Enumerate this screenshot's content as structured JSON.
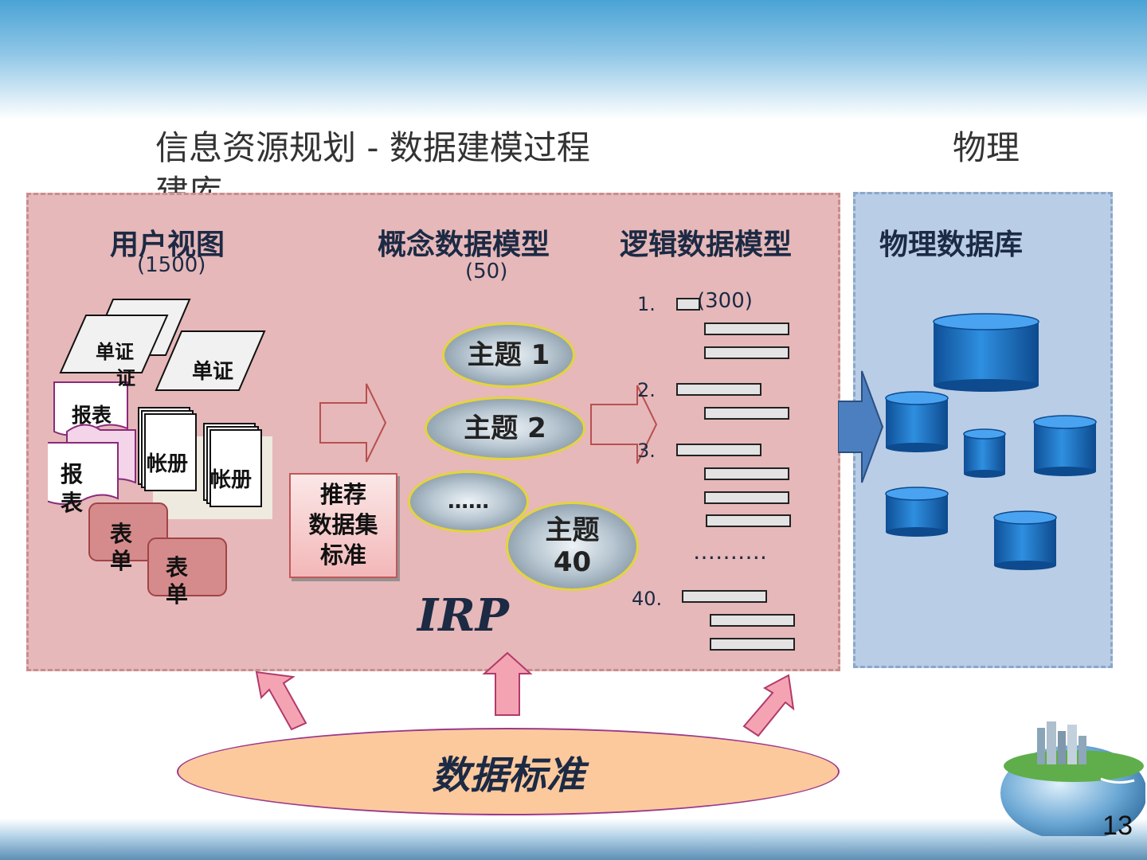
{
  "slide": {
    "title_main": "信息资源规划 - 数据建模过程",
    "title_right": "物理",
    "title_line2": "建库",
    "page_number": "13"
  },
  "columns": {
    "user_view": {
      "heading": "用户视图",
      "count": "(1500)"
    },
    "conceptual": {
      "heading": "概念数据模型",
      "count": "(50)"
    },
    "logical": {
      "heading": "逻辑数据模型",
      "count": "(300)"
    },
    "physical": {
      "heading": "物理数据库"
    }
  },
  "documents": {
    "voucher_a": "单证",
    "voucher_a_overflow": "证",
    "voucher_b": "单证",
    "report_a": "报表",
    "report_b": "报\n表",
    "ledger_a": "帐册",
    "ledger_b": "帐册",
    "form_a": "表\n单",
    "form_b": "表\n单"
  },
  "recommend_box": "推荐\n数据集\n标准",
  "topics": [
    {
      "label": "主题 1"
    },
    {
      "label": "主题 2"
    },
    {
      "label": "……"
    },
    {
      "label": "主题\n40"
    }
  ],
  "logical_list": {
    "n1": "1.",
    "n2": "2.",
    "n3": "3.",
    "n40": "40.",
    "ellipsis": "………."
  },
  "irp_label": "IRP",
  "data_standard": "数据标准",
  "colors": {
    "left_panel": "#e6b8b9",
    "right_panel": "#b9cde6",
    "topic_border": "#e5d43a",
    "standard_ellipse": "#fcc99d",
    "up_arrow": "#f4a3b3",
    "cylinder": "#1a72c4"
  }
}
